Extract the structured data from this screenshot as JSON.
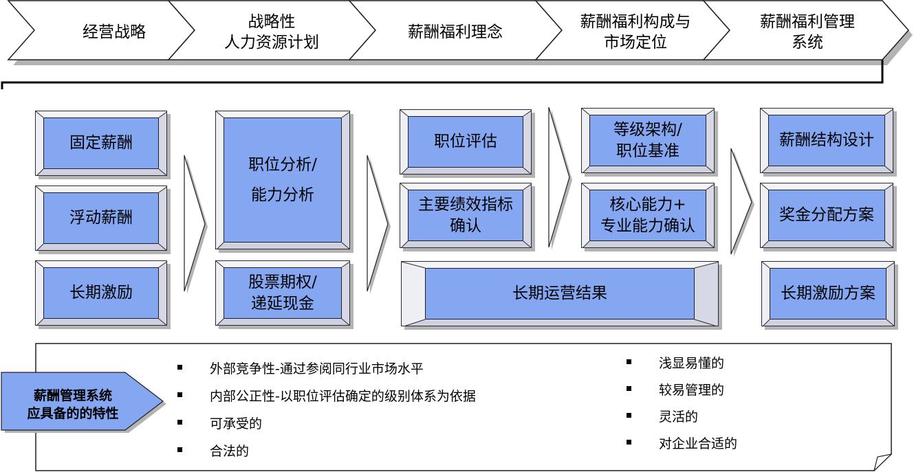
{
  "process_steps": [
    {
      "label": "经营战略"
    },
    {
      "label": "战略性\n人力资源计划"
    },
    {
      "label": "薪酬福利理念"
    },
    {
      "label": "薪酬福利构成与\n市场定位"
    },
    {
      "label": "薪酬福利管理\n系统"
    }
  ],
  "compensation_types": [
    {
      "label": "固定薪酬"
    },
    {
      "label": "浮动薪酬"
    },
    {
      "label": "长期激励"
    }
  ],
  "analysis": [
    {
      "label": "职位分析/\n能力分析"
    },
    {
      "label": "股票期权/\n递延现金"
    }
  ],
  "evaluation": [
    {
      "label": "职位评估"
    },
    {
      "label": "主要绩效指标\n确认"
    }
  ],
  "structure": [
    {
      "label": "等级架构/\n职位基准"
    },
    {
      "label": "核心能力+\n专业能力确认"
    }
  ],
  "long_term_result": {
    "label": "长期运营结果"
  },
  "outputs": [
    {
      "label": "薪酬结构设计"
    },
    {
      "label": "奖金分配方案"
    },
    {
      "label": "长期激励方案"
    }
  ],
  "characteristics": {
    "badge": "薪酬管理系统\n应具备的的特性",
    "left_items": [
      "外部竞争性-通过参阅同行业市场水平",
      "内部公正性-以职位评估确定的级别体系为依据",
      "可承受的",
      "合法的"
    ],
    "right_items": [
      "浅显易懂的",
      "较易管理的",
      "灵活的",
      "对企业合适的"
    ]
  },
  "colors": {
    "box_fill": "#85a7f2",
    "bevel": "#e9e9f2",
    "shadow": "#b3b3b3",
    "outline": "#1f1f1f"
  }
}
